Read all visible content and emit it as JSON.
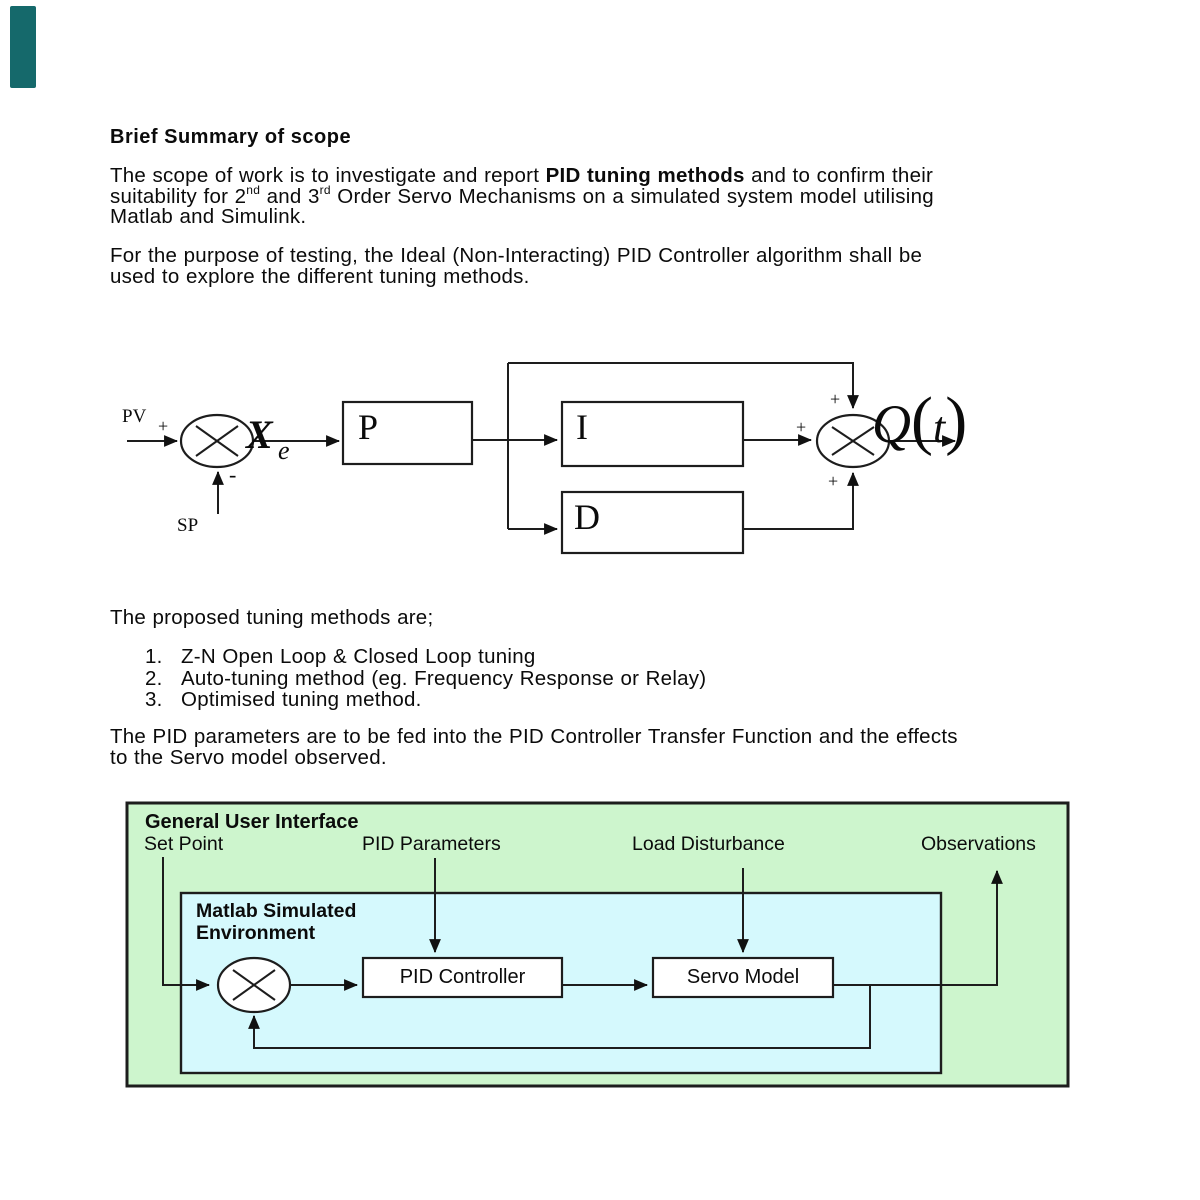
{
  "artifact": {
    "color": "#15696b"
  },
  "heading": "Brief Summary of scope",
  "para1": {
    "l1a": "The scope of work is to investigate and report ",
    "l1b": "PID tuning methods",
    "l1c": " and to confirm their",
    "l2a": "suitability for 2",
    "l2sup1": "nd",
    "l2b": " and 3",
    "l2sup2": "rd",
    "l2c": " Order Servo Mechanisms on a simulated system model utilising",
    "l3": "Matlab and Simulink."
  },
  "para2": {
    "l1": "For the purpose of testing, the Ideal (Non-Interacting) PID Controller algorithm shall be",
    "l2": "used to explore the different tuning methods."
  },
  "block_diagram": {
    "pv_label": "PV",
    "sp_label": "SP",
    "plus_input": "+",
    "minus_sp": "-",
    "error_x": "X",
    "error_sub": "e",
    "p_label": "P",
    "i_label": "I",
    "d_label": "D",
    "plus_i_input": "+",
    "plus_top_input": "+",
    "plus_d_input": "+",
    "out_q": "Q",
    "out_lparen": "(",
    "out_t": "t",
    "out_rparen": ")"
  },
  "methods_intro": "The proposed tuning methods are;",
  "methods": [
    {
      "num": "1.",
      "text": "Z-N Open Loop & Closed Loop tuning"
    },
    {
      "num": "2.",
      "text": "Auto-tuning method (eg. Frequency Response or Relay)"
    },
    {
      "num": "3.",
      "text": "Optimised tuning method."
    }
  ],
  "para3": {
    "l1": "The PID parameters are to be fed into the PID Controller Transfer Function and the effects",
    "l2": "to the Servo model observed."
  },
  "gui_diagram": {
    "title": "General User Interface",
    "set_point": "Set Point",
    "pid_parameters": "PID Parameters",
    "load_disturbance": "Load Disturbance",
    "observations": "Observations",
    "env_line1": "Matlab Simulated",
    "env_line2": "Environment",
    "pid_controller": "PID Controller",
    "servo_model": "Servo Model",
    "outer_fill": "#cdf5cd",
    "inner_fill": "#d5f9fd",
    "box_fill": "#ffffff",
    "line_color": "#1d1d1d"
  }
}
